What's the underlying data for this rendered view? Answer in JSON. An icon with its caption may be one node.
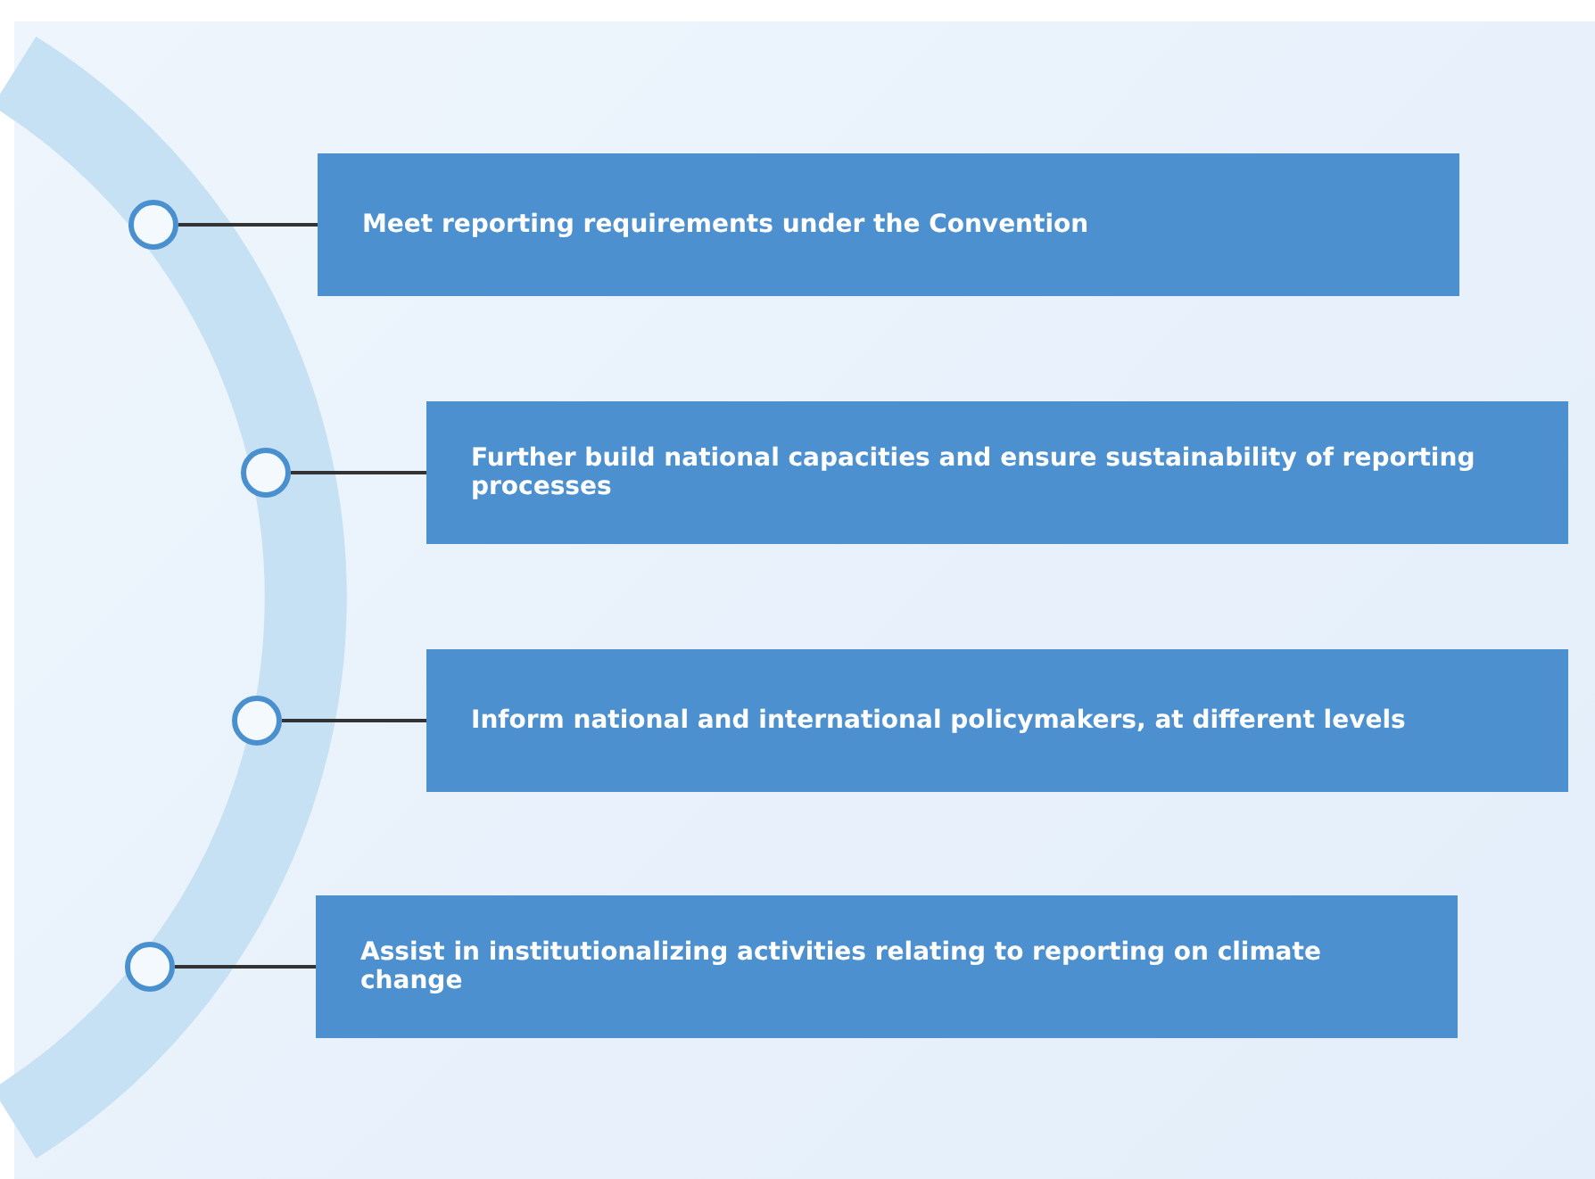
{
  "diagram": {
    "nodes": [
      {
        "text": [],
        "shape": "circle"
      },
      {
        "text": [
          "Meet reporting requirements under the Convention"
        ]
      },
      {
        "text": [],
        "shape": "circle"
      },
      {
        "text": [
          "Further build national capacities and ensure sustainability of reporting processes"
        ]
      },
      {
        "text": [],
        "shape": "circle"
      },
      {
        "text": [
          "Inform national and international policymakers, at different levels"
        ]
      },
      {
        "text": [],
        "shape": "circle"
      },
      {
        "text": [
          "Assist in institutionalizing activities relating to reporting on climate change"
        ]
      }
    ],
    "edges": [
      {
        "from": 0,
        "to": 1,
        "arrow": "none"
      },
      {
        "from": 2,
        "to": 3,
        "arrow": "none"
      },
      {
        "from": 4,
        "to": 5,
        "arrow": "none"
      },
      {
        "from": 6,
        "to": 7,
        "arrow": "none"
      }
    ]
  }
}
